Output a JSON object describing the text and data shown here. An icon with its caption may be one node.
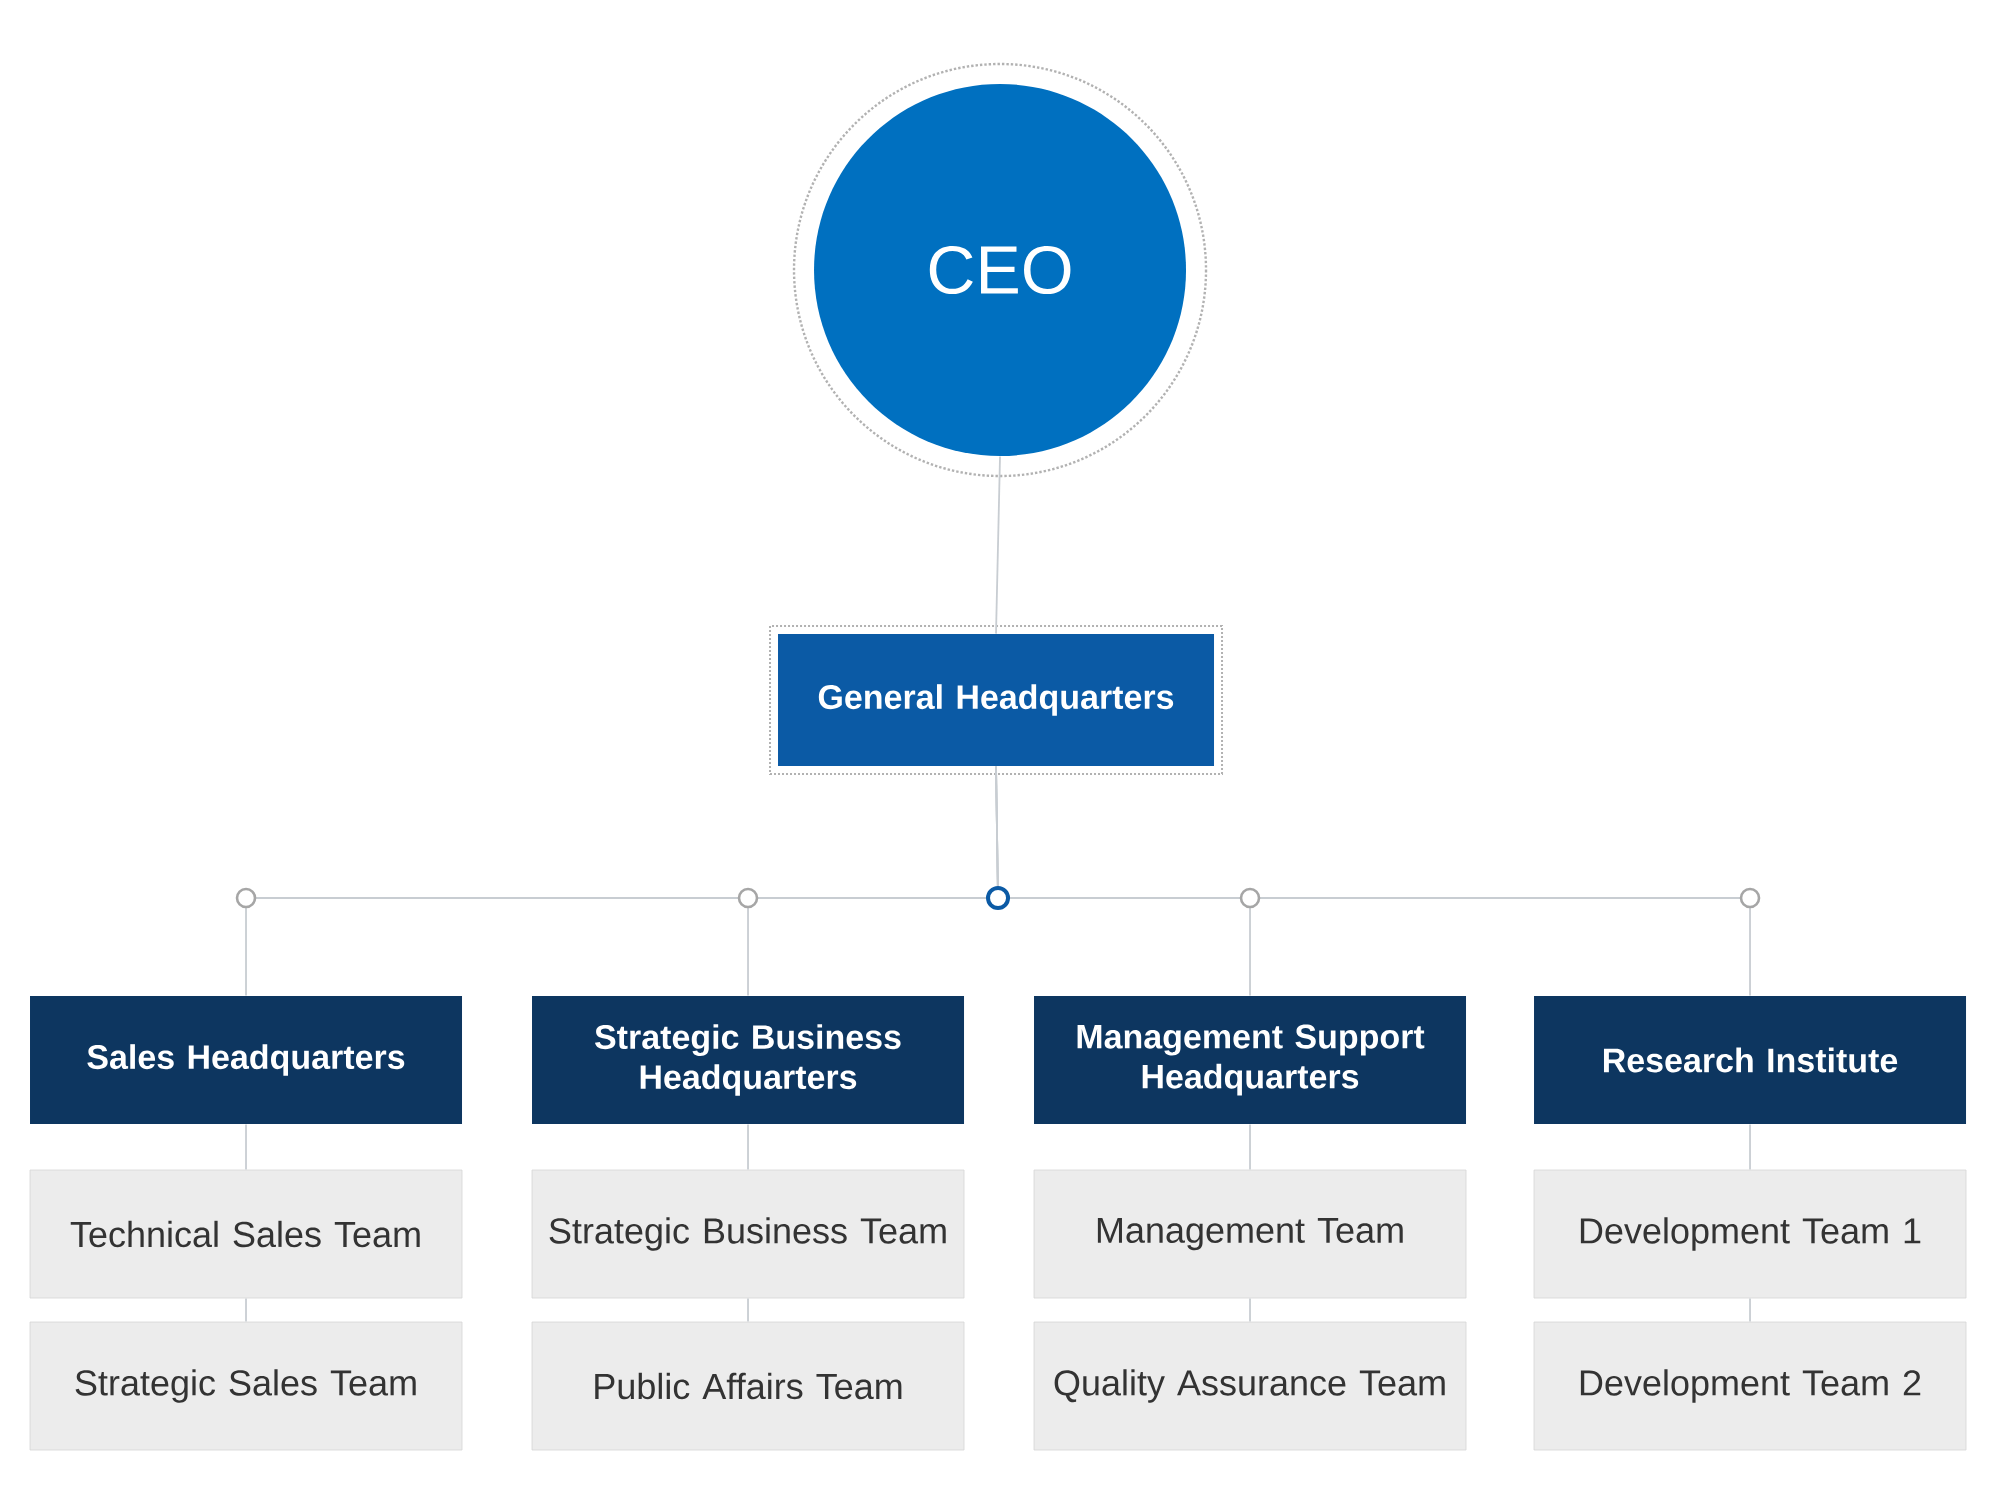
{
  "diagram": {
    "nodes": [
      {
        "text": [
          "CEO"
        ]
      },
      {
        "text": [
          "General Headquarters"
        ]
      },
      {
        "text": [
          "Sales Headquarters"
        ]
      },
      {
        "text": [
          "Strategic Business Headquarters"
        ]
      },
      {
        "text": [
          "Management Support Headquarters"
        ]
      },
      {
        "text": [
          "Research Institute"
        ]
      },
      {
        "text": [
          "Technical Sales Team"
        ]
      },
      {
        "text": [
          "Strategic Sales Team"
        ]
      },
      {
        "text": [
          "Strategic Business Team"
        ]
      },
      {
        "text": [
          "Public Affairs Team"
        ]
      },
      {
        "text": [
          "Management Team"
        ]
      },
      {
        "text": [
          "Quality Assurance Team"
        ]
      },
      {
        "text": [
          "Development Team 1"
        ]
      },
      {
        "text": [
          "Development Team 2"
        ]
      }
    ],
    "edges": [
      {
        "from": 0,
        "to": 1,
        "arrow": "none"
      },
      {
        "from": 1,
        "to": 2,
        "arrow": "none"
      },
      {
        "from": 1,
        "to": 3,
        "arrow": "none"
      },
      {
        "from": 1,
        "to": 4,
        "arrow": "none"
      },
      {
        "from": 1,
        "to": 5,
        "arrow": "none"
      },
      {
        "from": 2,
        "to": 6,
        "arrow": "none"
      },
      {
        "from": 6,
        "to": 7,
        "arrow": "none"
      },
      {
        "from": 3,
        "to": 8,
        "arrow": "none"
      },
      {
        "from": 8,
        "to": 9,
        "arrow": "none"
      },
      {
        "from": 4,
        "to": 10,
        "arrow": "none"
      },
      {
        "from": 10,
        "to": 11,
        "arrow": "none"
      },
      {
        "from": 5,
        "to": 12,
        "arrow": "none"
      },
      {
        "from": 12,
        "to": 13,
        "arrow": "none"
      }
    ]
  }
}
